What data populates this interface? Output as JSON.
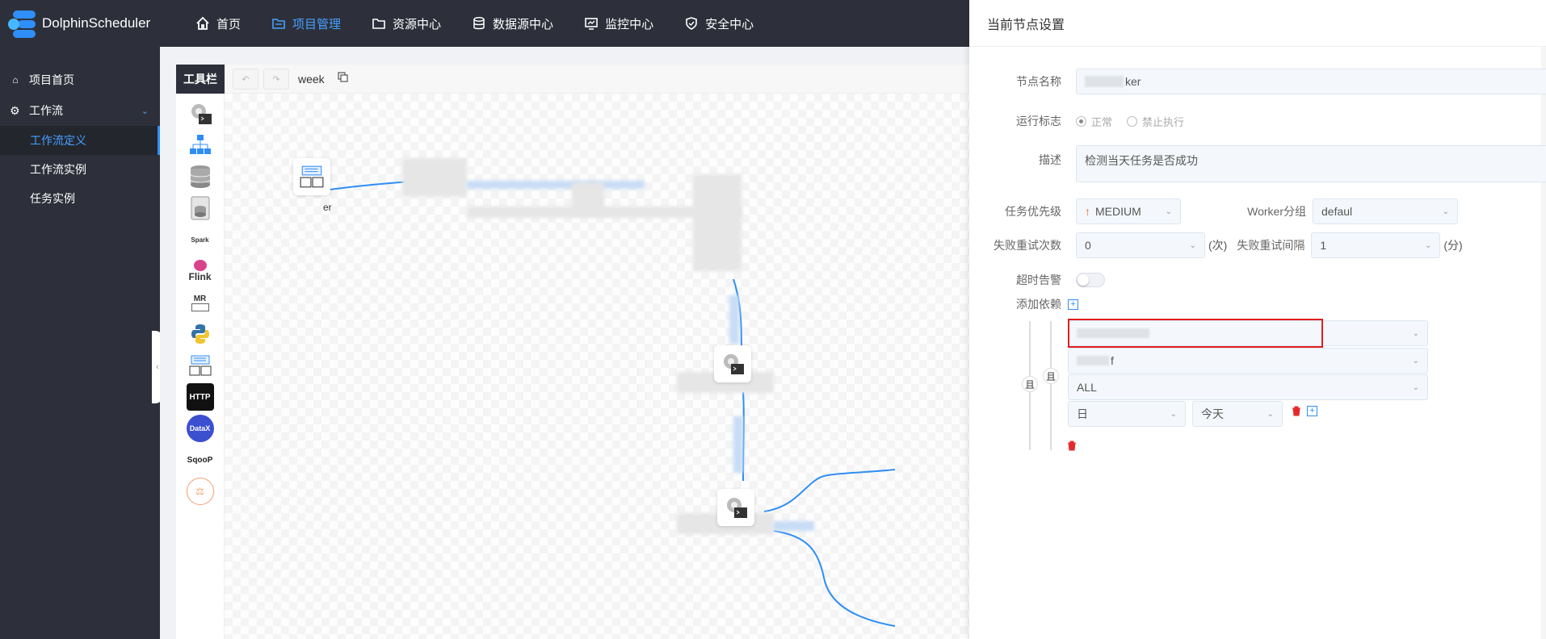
{
  "app": {
    "name": "DolphinScheduler",
    "brand_color": "#2f8ef7",
    "nav_bg": "#2d303a"
  },
  "nav": [
    {
      "label": "首页",
      "icon": "home-icon"
    },
    {
      "label": "项目管理",
      "icon": "project-icon",
      "active": true
    },
    {
      "label": "资源中心",
      "icon": "folder-icon"
    },
    {
      "label": "数据源中心",
      "icon": "database-icon"
    },
    {
      "label": "监控中心",
      "icon": "monitor-icon"
    },
    {
      "label": "安全中心",
      "icon": "shield-icon"
    }
  ],
  "sidebar": {
    "project_home": "项目首页",
    "workflow": "工作流",
    "items": [
      "工作流定义",
      "工作流实例",
      "任务实例"
    ]
  },
  "toolbar": {
    "label": "工具栏",
    "workflow_name": "week"
  },
  "palette": [
    "SHELL",
    "SUB_PROCESS",
    "PROCEDURE",
    "SQL",
    "SPARK",
    "Flink",
    "MR",
    "py",
    "DEPENDENT",
    "HTTP",
    "DataX",
    "Sqoop",
    "CONDITIONS"
  ],
  "canvas": {
    "node_label_fragment": "er"
  },
  "drawer": {
    "title": "当前节点设置",
    "node_name_label": "节点名称",
    "node_name_value": "ker",
    "run_flag_label": "运行标志",
    "run_flag_normal": "正常",
    "run_flag_forbid": "禁止执行",
    "desc_label": "描述",
    "desc_value": "检测当天任务是否成功",
    "priority_label": "任务优先级",
    "priority_value": "MEDIUM",
    "worker_group_label": "Worker分组",
    "worker_group_value": "defaul",
    "retry_times_label": "失败重试次数",
    "retry_times_value": "0",
    "retry_times_unit": "(次)",
    "retry_interval_label": "失败重试间隔",
    "retry_interval_value": "1",
    "retry_interval_unit": "(分)",
    "timeout_label": "超时告警",
    "add_dep_label": "添加依赖",
    "and_outer": "且",
    "and_inner": "且",
    "dep_project_value": "",
    "dep_workflow_value": "f",
    "dep_task_value": "ALL",
    "dep_cycle_value": "日",
    "dep_date_value": "今天"
  }
}
